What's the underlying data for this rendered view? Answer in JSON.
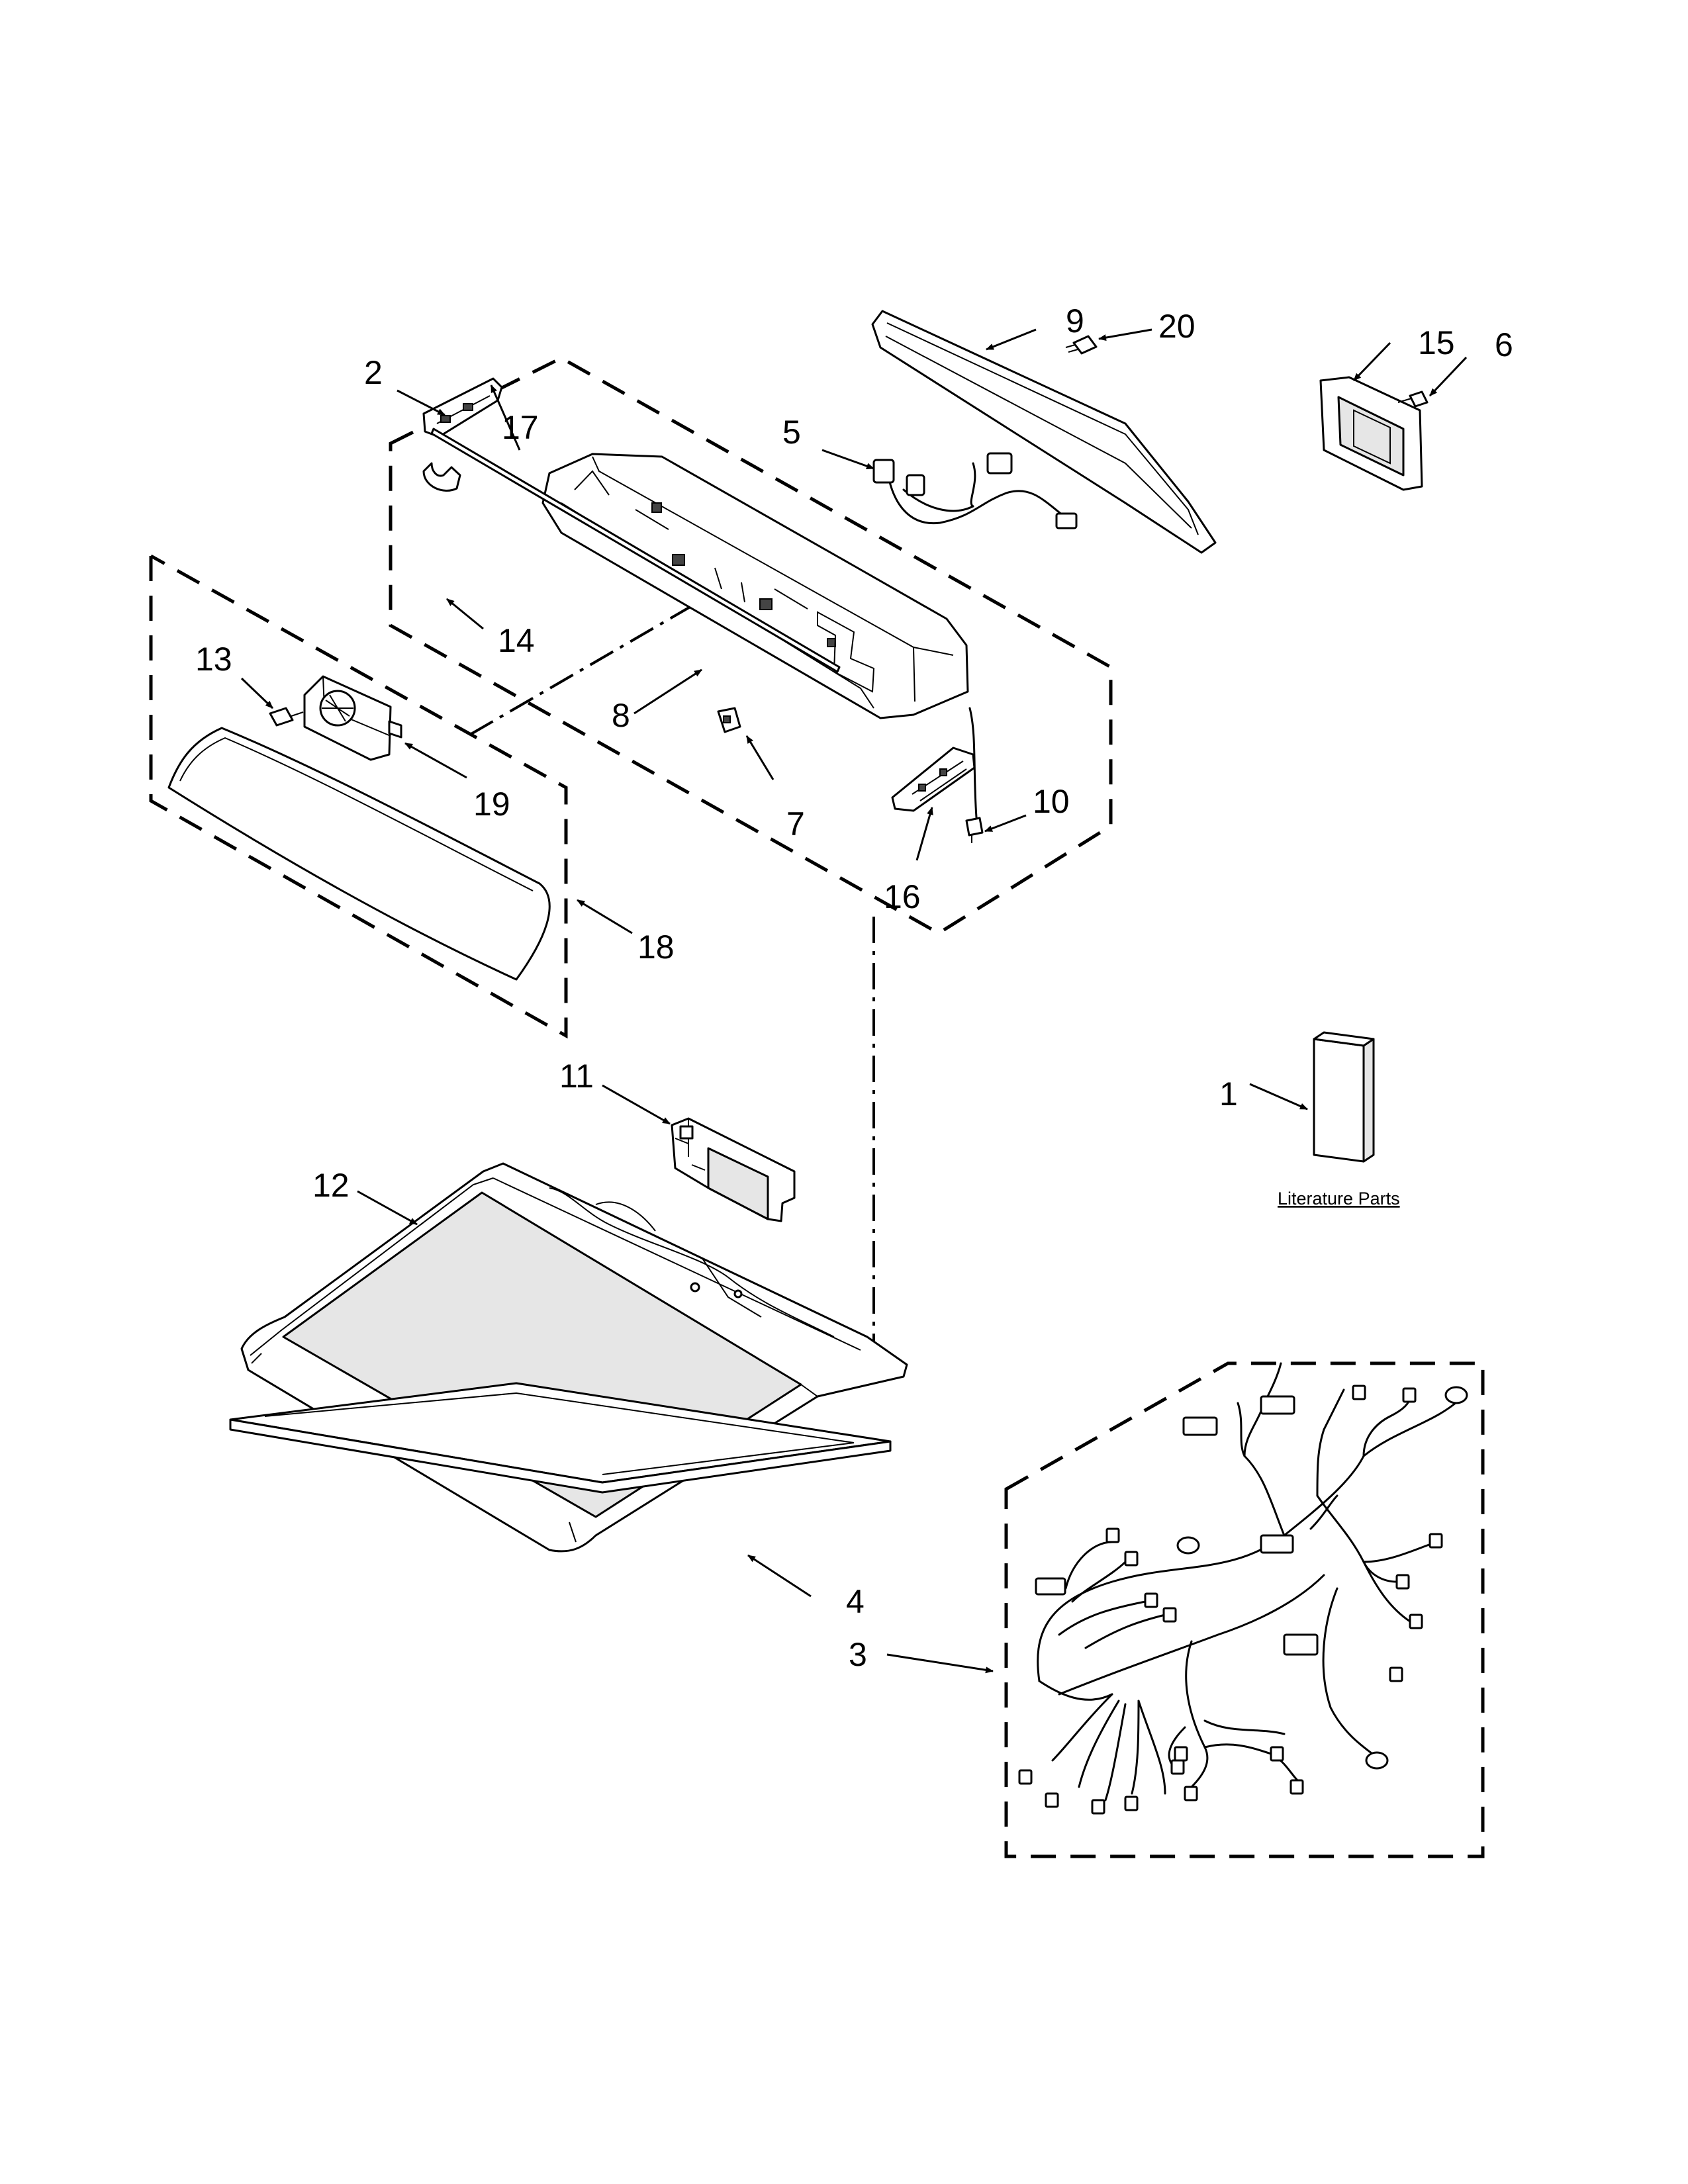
{
  "diagram": {
    "callouts": [
      "1",
      "2",
      "3",
      "4",
      "5",
      "6",
      "7",
      "8",
      "9",
      "10",
      "11",
      "12",
      "13",
      "14",
      "15",
      "16",
      "17",
      "18",
      "19",
      "20"
    ],
    "literature_label": "Literature Parts"
  }
}
